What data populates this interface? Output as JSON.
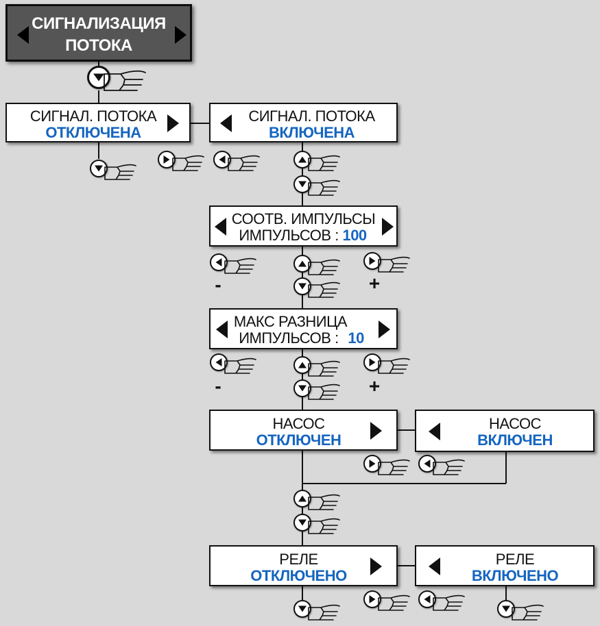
{
  "menu_title": {
    "line1": "СИГНАЛИЗАЦИЯ",
    "line2": "ПОТОКА"
  },
  "flow_signal_off": {
    "line1": "СИГНАЛ. ПОТОКА",
    "line2": "ОТКЛЮЧЕНА"
  },
  "flow_signal_on": {
    "line1": "СИГНАЛ. ПОТОКА",
    "line2": "ВКЛЮЧЕНА"
  },
  "matching_pulses": {
    "line1": "СООТВ. ИМПУЛЬСЫ",
    "label": "ИМПУЛЬСОВ :",
    "value": "100"
  },
  "max_difference": {
    "line1": "МАКС РАЗНИЦА",
    "label": "ИМПУЛЬСОВ :",
    "value": "10"
  },
  "pump_off": {
    "line1": "НАСОС",
    "line2": "ОТКЛЮЧЕН"
  },
  "pump_on": {
    "line1": "НАСОС",
    "line2": "ВКЛЮЧЕН"
  },
  "relay_off": {
    "line1": "РЕЛЕ",
    "line2": "ОТКЛЮЧЕНО"
  },
  "relay_on": {
    "line1": "РЕЛЕ",
    "line2": "ВКЛЮЧЕНО"
  },
  "adjust_signs": {
    "minus": "-",
    "plus": "+"
  },
  "colors": {
    "value_blue": "#1565c0",
    "title_fill": "#555555",
    "background": "#d9d9d9"
  },
  "icons": [
    "arrow-down-button-icon",
    "arrow-up-button-icon",
    "arrow-left-button-icon",
    "arrow-right-button-icon",
    "pointing-hand-icon"
  ]
}
